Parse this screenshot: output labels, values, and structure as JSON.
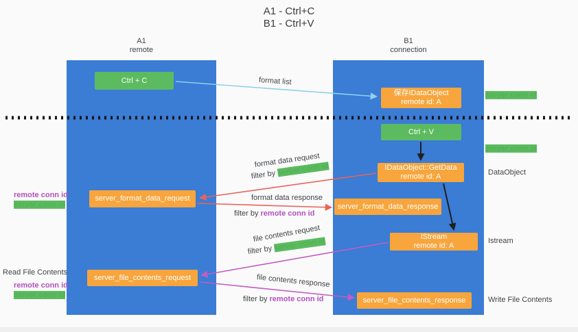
{
  "title": {
    "line1": "A1 - Ctrl+C",
    "line2": "B1 - Ctrl+V"
  },
  "lanes": {
    "left": {
      "name": "A1",
      "subtitle": "remote"
    },
    "right": {
      "name": "B1",
      "subtitle": "connection"
    }
  },
  "nodes": {
    "ctrl_c": {
      "label": "Ctrl + C"
    },
    "save_dataobject": {
      "line1": "保存IDataObject",
      "line2": "remote id: A"
    },
    "ctrl_v": {
      "label": "Ctrl + V"
    },
    "getdata": {
      "line1": "IDataObject::GetData",
      "line2": "remote id: A"
    },
    "format_request": {
      "label": "server_format_data_request"
    },
    "format_response": {
      "label": "server_format_data_response"
    },
    "istream": {
      "line1": "IStream",
      "line2": "remote id: A"
    },
    "file_request": {
      "label": "server_file_contents_request"
    },
    "file_response": {
      "label": "server_file_contents_response"
    }
  },
  "arrow_labels": {
    "format_list": "format list",
    "format_data_request": "format data request",
    "format_data_response": "format data response",
    "file_contents_request": "file contents request",
    "file_contents_response": "file contents response",
    "filter_by": "filter by"
  },
  "annotations": {
    "server_conn_id": "server conn id",
    "remote_conn_id": "remote conn id",
    "dataobject": "DataObject",
    "istream": "Istream",
    "read_file_contents": "Read File Contents",
    "write_file_contents": "Write File Contents"
  },
  "colors": {
    "lane_blue": "#3b7cd5",
    "node_green": "#5cbb60",
    "node_orange": "#f7a53c",
    "arrow_blue": "#8fd0ea",
    "arrow_red": "#e8645a",
    "arrow_magenta": "#c35bc3",
    "arrow_black": "#1f1f1f",
    "text_green": "#54b254",
    "text_purple": "#b44fc0",
    "text_dark": "#3f4447",
    "canvas_bg": "#fafafa"
  }
}
